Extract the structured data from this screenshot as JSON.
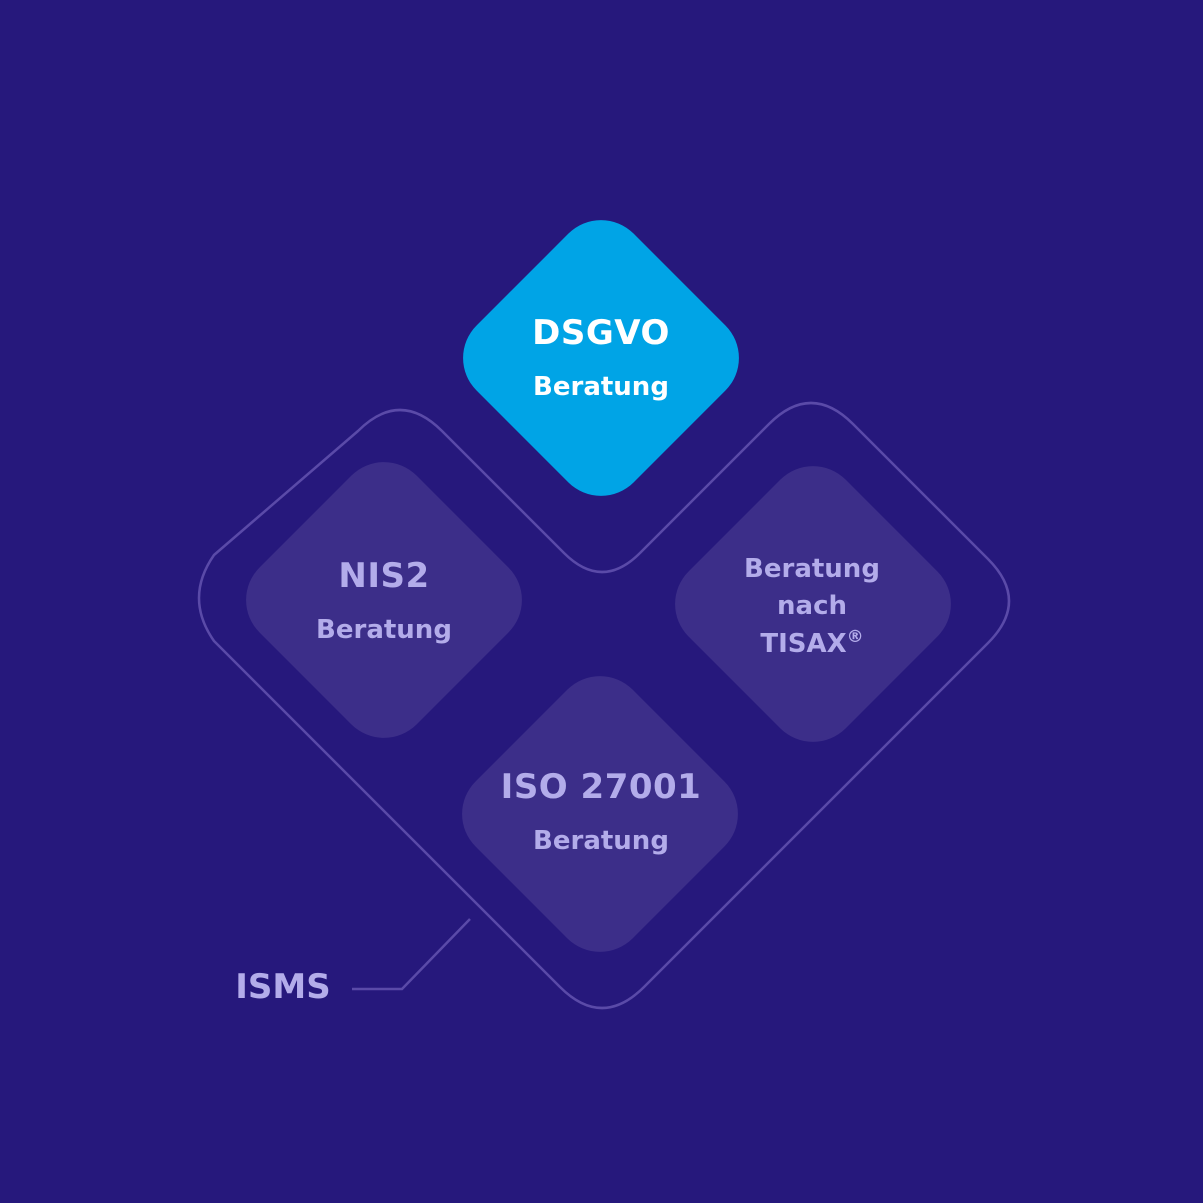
{
  "colors": {
    "background": "#26187c",
    "tile_highlight": "#00a4e6",
    "tile": "#3c2e89",
    "outline": "#5a4aa8",
    "text_highlight": "#ffffff",
    "text_muted": "#b3acea"
  },
  "tiles": {
    "dsgvo": {
      "title": "DSGVO",
      "subtitle": "Beratung"
    },
    "nis2": {
      "title": "NIS2",
      "subtitle": "Beratung"
    },
    "tisax": {
      "line1": "Beratung",
      "line2": "nach",
      "line3": "TISAX",
      "mark": "®"
    },
    "iso": {
      "title": "ISO 27001",
      "subtitle": "Beratung"
    }
  },
  "outline": {
    "label": "ISMS"
  }
}
